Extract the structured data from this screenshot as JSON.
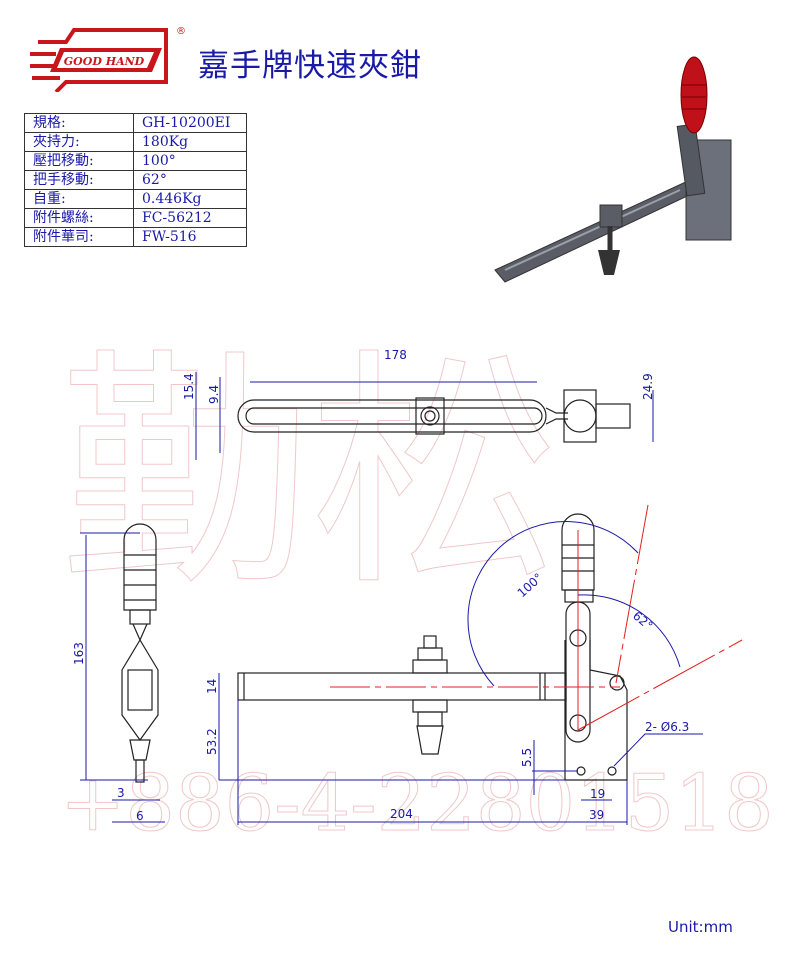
{
  "header": {
    "brand": "GOOD HAND",
    "registered": "®",
    "title": "嘉手牌快速夾鉗"
  },
  "specs": [
    {
      "label": "規格:",
      "value": "GH-10200EI"
    },
    {
      "label": "夾持力:",
      "value": "180Kg"
    },
    {
      "label": "壓把移動:",
      "value": "100°"
    },
    {
      "label": "把手移動:",
      "value": "62°"
    },
    {
      "label": "自重:",
      "value": "0.446Kg"
    },
    {
      "label": "附件螺絲:",
      "value": "FC-56212"
    },
    {
      "label": "附件華司:",
      "value": "FW-516"
    }
  ],
  "dimensions": {
    "top_length": "178",
    "top_width_outer": "15.4",
    "top_width_slot": "9.4",
    "top_head": "24.9",
    "side_height": "163",
    "side_3": "3",
    "side_6": "6",
    "bar_thickness": "14",
    "bar_height": "53.2",
    "hole_offset": "5.5",
    "total_length": "204",
    "base_width": "39",
    "hole_spacing": "19",
    "holes": "2- Ø6.3",
    "angle_handle": "100°",
    "angle_bar": "62°"
  },
  "watermark": {
    "chars": "勤松",
    "phone": "+886-4-22801518"
  },
  "colors": {
    "dimension": "#1a1aa8",
    "centerline": "#e02020",
    "handle": "#c0101a"
  },
  "unit": "Unit:mm"
}
